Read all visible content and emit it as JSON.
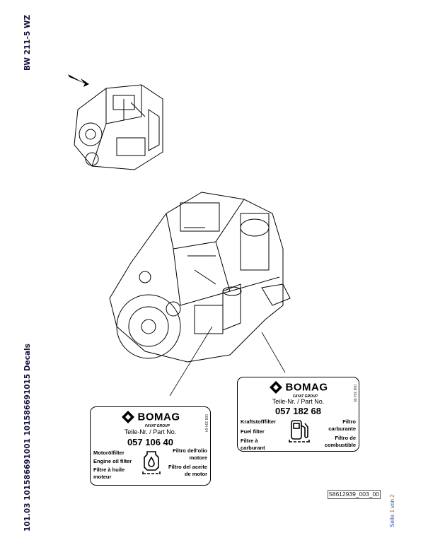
{
  "header": {
    "model": "BW 211-5 WZ"
  },
  "footer": {
    "doc_line": "101.03 101586691001 101586691015 Decals",
    "page_prefix": "Seite",
    "page_current": "1",
    "page_sep": "von",
    "page_total": "2",
    "drawing_ref": "58612939_003_00"
  },
  "decals": [
    {
      "brand": "BOMAG",
      "group": "FAYAT GROUP",
      "part_label": "Teile-Nr. / Part No.",
      "part_no": "057 106 40",
      "side_code": "008 334 64",
      "left": [
        "Motorölfilter",
        "Engine oil filter",
        "Filtre à huile",
        "moteur"
      ],
      "right": [
        "Filtro dell'olio",
        "motore",
        "Filtro del aceite",
        "de motor"
      ],
      "icon": "oil-filter-icon"
    },
    {
      "brand": "BOMAG",
      "group": "FAYAT GROUP",
      "part_label": "Teile-Nr. / Part No.",
      "part_no": "057 182 68",
      "side_code": "008 334 55",
      "left": [
        "Kraftstofffilter",
        "Fuel filter",
        "Filtre à",
        "carburant"
      ],
      "right": [
        "Filtro",
        "carburante",
        "Filtro de",
        "combustible"
      ],
      "icon": "fuel-filter-icon"
    }
  ]
}
